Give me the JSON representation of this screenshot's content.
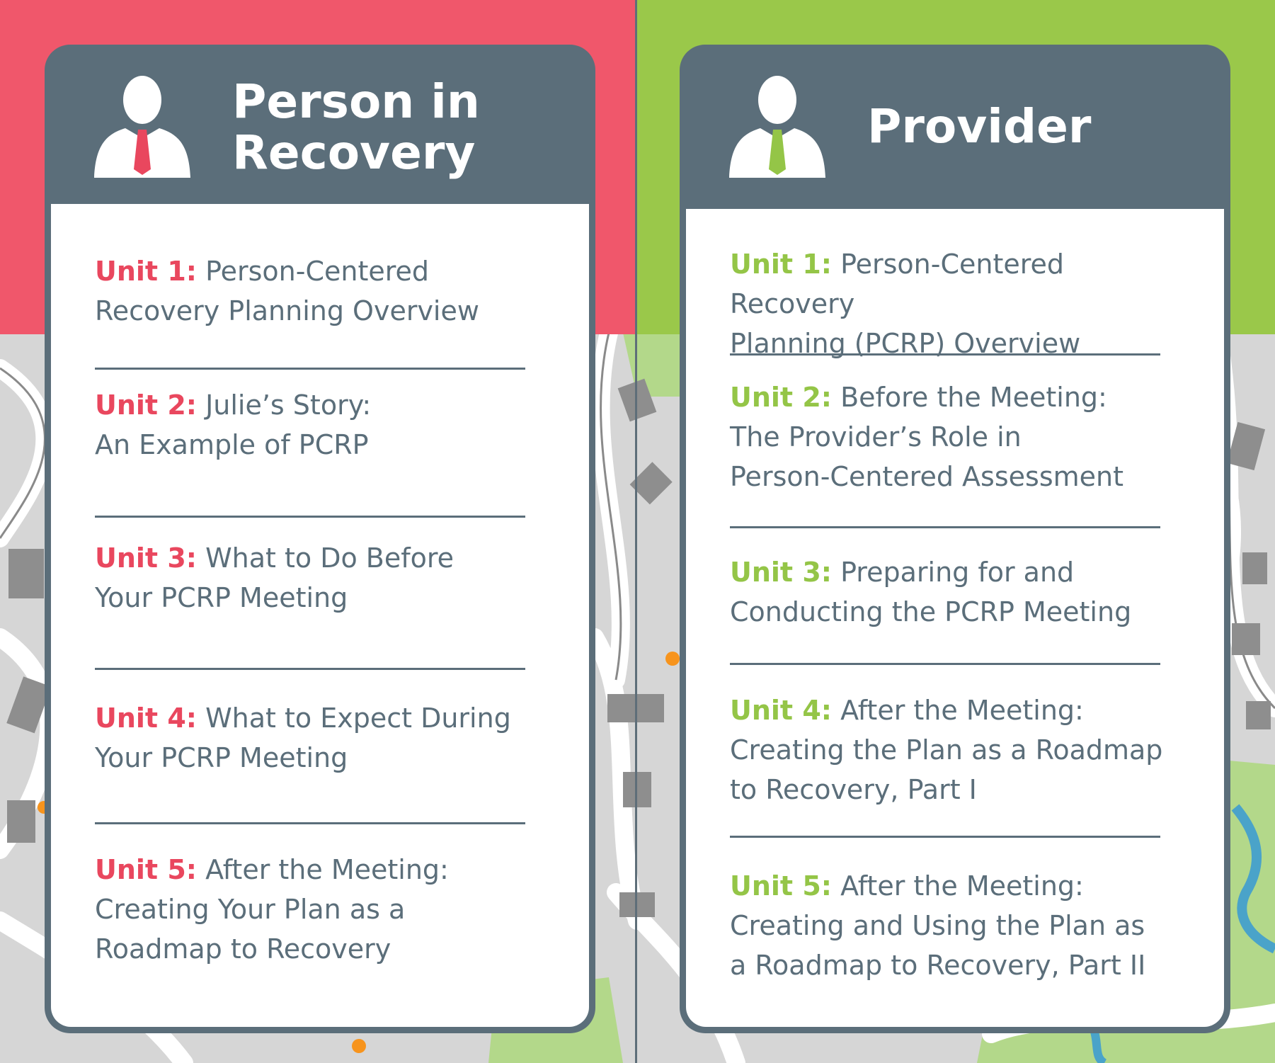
{
  "colors": {
    "person_accent": "#e9475e",
    "provider_accent": "#94c547",
    "card_header": "#5b6e7a",
    "body_text": "#5b6e7a"
  },
  "person_card": {
    "title_line1": "Person in",
    "title_line2": "Recovery",
    "icon": "person-icon",
    "units": [
      {
        "label": "Unit 1:",
        "text": [
          "Person-Centered",
          "Recovery Planning Overview"
        ]
      },
      {
        "label": "Unit 2:",
        "text": [
          "Julie’s Story:",
          "An Example of PCRP"
        ]
      },
      {
        "label": "Unit 3:",
        "text": [
          "What to Do Before",
          "Your PCRP Meeting"
        ]
      },
      {
        "label": "Unit 4:",
        "text": [
          "What to Expect During",
          "Your PCRP Meeting"
        ]
      },
      {
        "label": "Unit 5:",
        "text": [
          "After the Meeting:",
          "Creating Your Plan as a",
          "Roadmap to Recovery"
        ]
      }
    ]
  },
  "provider_card": {
    "title": "Provider",
    "icon": "person-icon",
    "units": [
      {
        "label": "Unit 1:",
        "text": [
          "Person-Centered Recovery",
          "Planning (PCRP) Overview"
        ]
      },
      {
        "label": "Unit 2:",
        "text": [
          "Before the Meeting:",
          "The Provider’s Role in",
          "Person-Centered Assessment"
        ]
      },
      {
        "label": "Unit 3:",
        "text": [
          "Preparing for and",
          "Conducting the PCRP Meeting"
        ]
      },
      {
        "label": "Unit 4:",
        "text": [
          "After the Meeting:",
          "Creating the Plan as a Roadmap",
          "to Recovery, Part I"
        ]
      },
      {
        "label": "Unit 5:",
        "text": [
          "After the Meeting:",
          "Creating and Using the Plan as",
          "a Roadmap to Recovery, Part II"
        ]
      }
    ]
  }
}
